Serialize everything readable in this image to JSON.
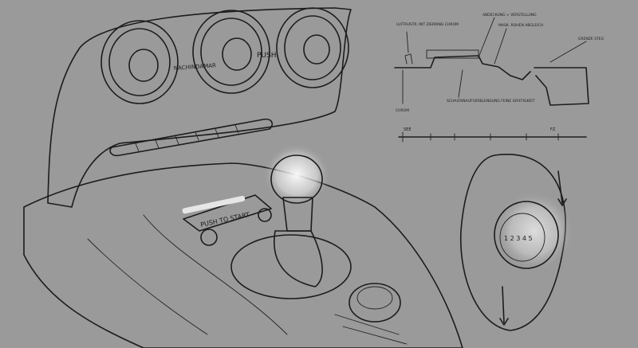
{
  "sketch": {
    "vent_labels": [
      "NACHINDAMAR",
      "PUSH"
    ],
    "start_button_label": "PUSH TO START",
    "gearknob_detail_label": "1 2 3 4 5",
    "annotations": {
      "left_callout": "LUFTAUSTR. MIT ZIERRING CHROM",
      "top_callout": "ABDECKUNG + VERSTELLUNG",
      "mid_callout": "MASK. ROHEN ABGLEICH",
      "right_callout": "GRENZE STEG",
      "bottom_left_callout": "CHROM",
      "bottom_mid_callout": "SCHALTKNAUFVERBLENDUNG FEINE GRIFFIGKEIT",
      "scale_left": "SEE",
      "scale_right": "FZ"
    }
  },
  "colors": {
    "background": "#9a9a9a",
    "ink": "#1c1c1c",
    "highlight": "#f4f4f4"
  }
}
